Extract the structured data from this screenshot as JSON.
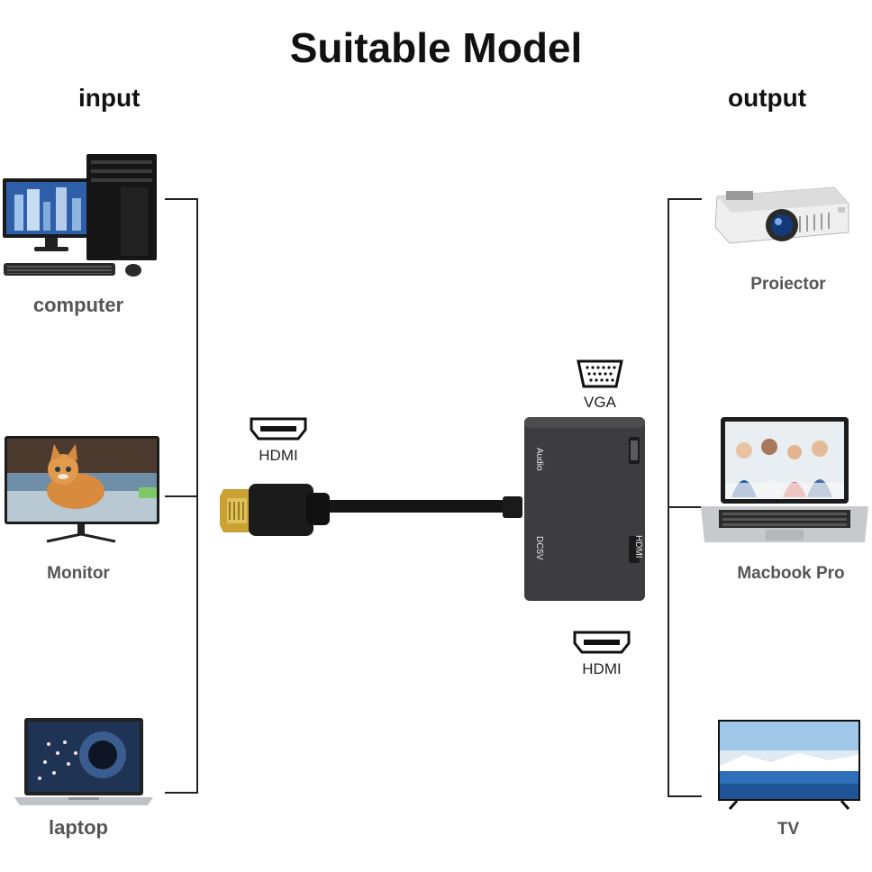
{
  "title": "Suitable Model",
  "input": {
    "heading": "input",
    "devices": [
      {
        "label": "computer",
        "icon": "desktop-computer-icon"
      },
      {
        "label": "Monitor",
        "icon": "monitor-icon"
      },
      {
        "label": "laptop",
        "icon": "laptop-icon"
      }
    ]
  },
  "output": {
    "heading": "output",
    "devices": [
      {
        "label": "Proiector",
        "icon": "projector-icon"
      },
      {
        "label": "Macbook Pro",
        "icon": "macbook-icon"
      },
      {
        "label": "TV",
        "icon": "tv-icon"
      }
    ]
  },
  "adapter": {
    "input_port_label": "HDMI",
    "vga_port_label": "VGA",
    "hdmi_out_port_label": "HDMI",
    "body_labels": {
      "audio": "Audio",
      "dc5v": "DC5V",
      "hdmi": "HDMI"
    }
  },
  "colors": {
    "adapter_body": "#3d3d3f",
    "cable": "#151515",
    "connector_gold": "#c9a233",
    "bracket": "#222222"
  }
}
